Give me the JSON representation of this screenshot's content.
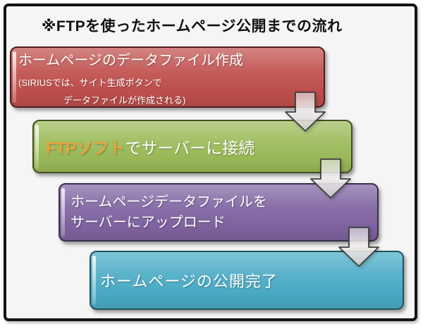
{
  "title": "※FTPを使ったホームページ公開までの流れ",
  "steps": [
    {
      "label": "ホームページのデータファイル作成",
      "note_line1": "(SIRIUSでは、サイト生成ボタンで",
      "note_line2": "データファイルが作成される)",
      "fill": "#c0504d",
      "border": "#541d1b"
    },
    {
      "label_highlight": "FTPソフト",
      "label_rest": "でサーバーに接続",
      "highlight_color": "#eba33c",
      "fill": "#9bbb59",
      "border": "#454f1f"
    },
    {
      "label_line1": "ホームページデータファイルを",
      "label_line2": "サーバーにアップロード",
      "fill": "#8064a2",
      "border": "#3b2f4e"
    },
    {
      "label": "ホームページの公開完了",
      "fill": "#4bacc6",
      "border": "#1d5462"
    }
  ],
  "colors": {
    "frame_border": "#141414",
    "frame_background": "#f5f5f6",
    "page_background": "#ffffff",
    "title_color": "#111111",
    "step_text": "#ffffff",
    "arrow_outline": "#3d3d3d"
  }
}
